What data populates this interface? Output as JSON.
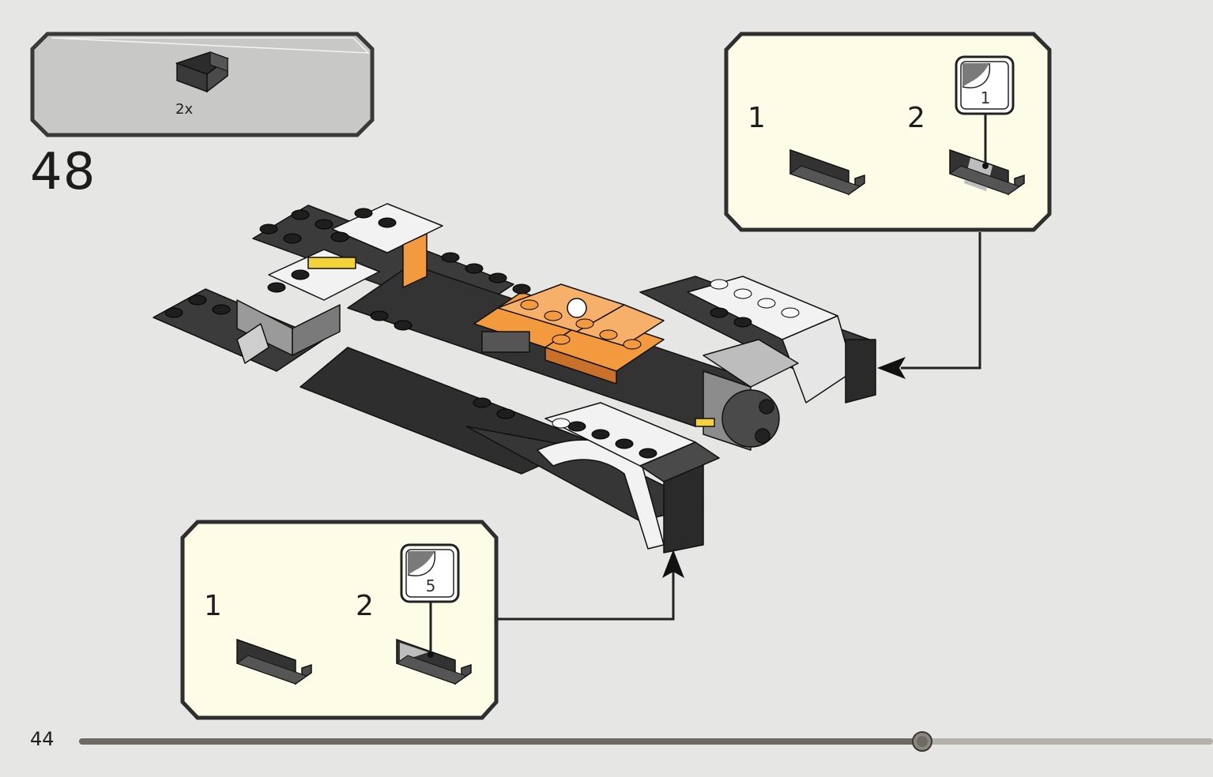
{
  "parts_list": {
    "quantity": "2x",
    "part_icon": "black-panel-1x2-icon"
  },
  "step": {
    "number": "48"
  },
  "callouts": [
    {
      "sub_step_1": "1",
      "sub_step_2": "2",
      "sticker_number": "1"
    },
    {
      "sub_step_1": "1",
      "sub_step_2": "2",
      "sticker_number": "5"
    }
  ],
  "page": {
    "number": "44"
  },
  "colors": {
    "background": "#e6e6e5",
    "parts_box_fill": "#c8c8c7",
    "callout_fill": "#fdfce6",
    "orange": "#f39a3e",
    "dark_grey": "#3a3a3a"
  }
}
